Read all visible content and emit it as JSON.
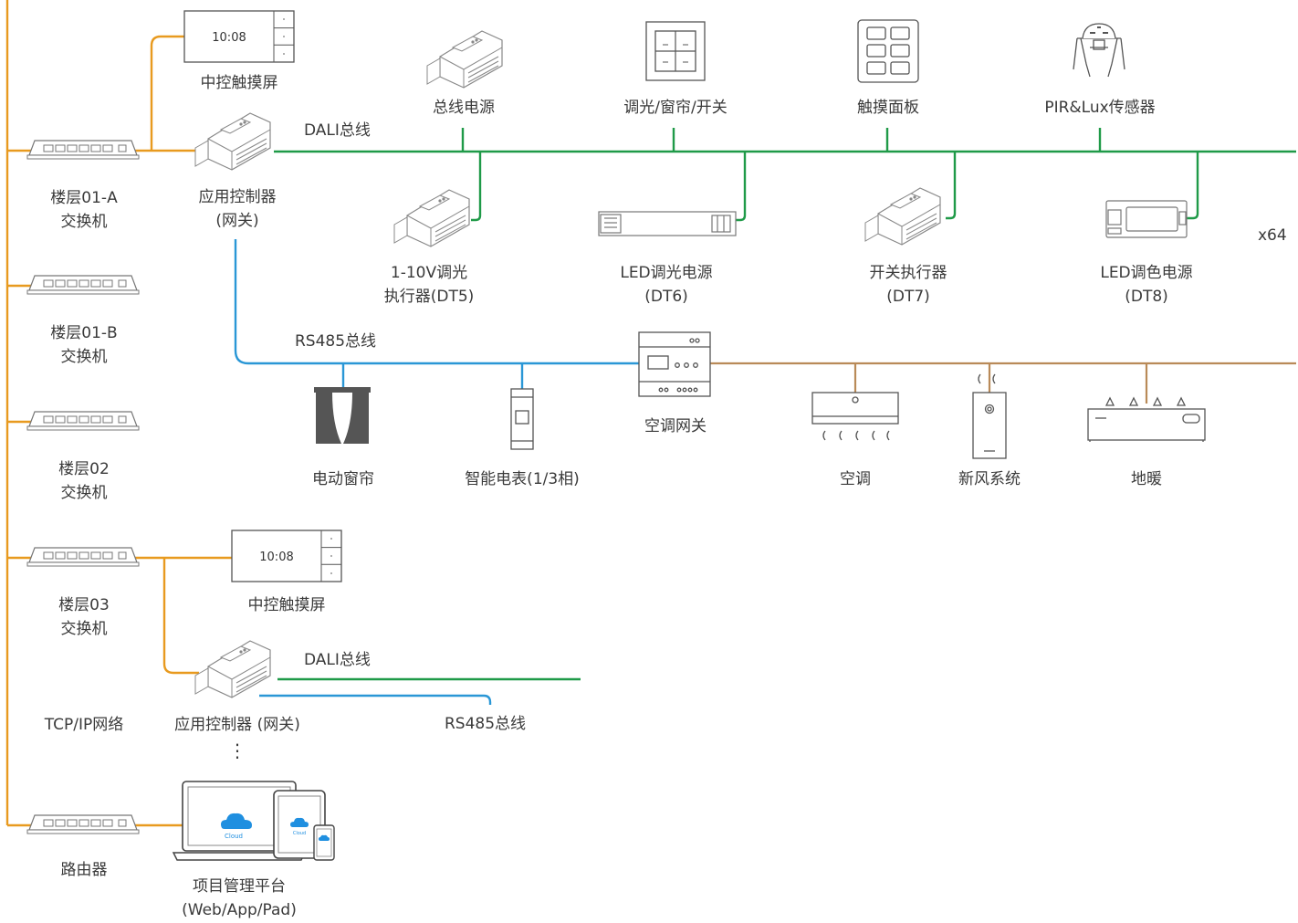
{
  "colors": {
    "tcp": "#e89a1f",
    "dali": "#1f9a48",
    "rs485": "#2a97d6",
    "hvac": "#b98a58",
    "device": "#777777",
    "cloud": "#1f8fe0"
  },
  "network": {
    "tcp_label": "TCP/IP网络",
    "switches": [
      {
        "l1": "楼层01-A",
        "l2": "交换机"
      },
      {
        "l1": "楼层01-B",
        "l2": "交换机"
      },
      {
        "l1": "楼层02",
        "l2": "交换机"
      },
      {
        "l1": "楼层03",
        "l2": "交换机"
      }
    ],
    "router": "路由器"
  },
  "touch_screens": [
    {
      "time": "10:08",
      "label": "中控触摸屏"
    },
    {
      "time": "10:08",
      "label": "中控触摸屏"
    }
  ],
  "controller_top": {
    "l1": "应用控制器",
    "l2": "(网关)"
  },
  "controller_bottom": {
    "label": "应用控制器 (网关)",
    "dots": "⋮"
  },
  "buses": {
    "dali_top": "DALI总线",
    "rs485_top": "RS485总线",
    "dali_bottom": "DALI总线",
    "rs485_bottom": "RS485总线",
    "multiplier": "x64"
  },
  "dali_top_devices": [
    {
      "label": "总线电源"
    },
    {
      "label": "调光/窗帘/开关"
    },
    {
      "label": "触摸面板"
    },
    {
      "label": "PIR&Lux传感器"
    }
  ],
  "dali_bottom_devices": [
    {
      "l1": "1-10V调光",
      "l2": "执行器(DT5)"
    },
    {
      "l1": "LED调光电源",
      "l2": "(DT6)"
    },
    {
      "l1": "开关执行器",
      "l2": "(DT7)"
    },
    {
      "l1": "LED调色电源",
      "l2": "(DT8)"
    }
  ],
  "rs485_devices": [
    {
      "label": "电动窗帘"
    },
    {
      "label": "智能电表(1/3相)"
    },
    {
      "label": "空调网关"
    }
  ],
  "hvac_devices": [
    {
      "label": "空调"
    },
    {
      "label": "新风系统"
    },
    {
      "label": "地暖"
    }
  ],
  "platform": {
    "l1": "项目管理平台",
    "l2": "(Web/App/Pad)",
    "cloud_text": "Cloud"
  }
}
